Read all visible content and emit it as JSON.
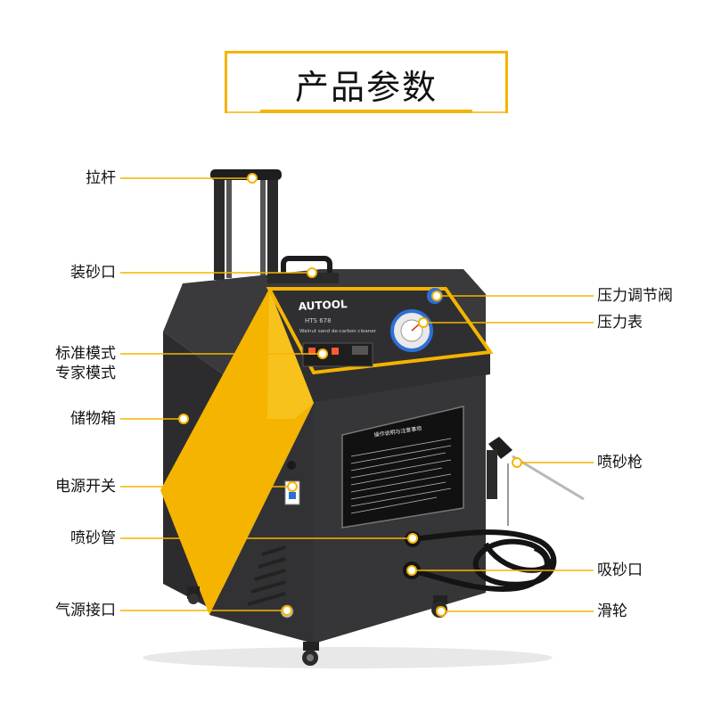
{
  "title": "产品参数",
  "brand": {
    "logo": "AUTOOL",
    "model": "HTS 678",
    "subtitle": "Walnut sand de-carbon cleaner",
    "notice_title": "操作说明与注意事项"
  },
  "colors": {
    "accent": "#f5b400",
    "body": "#2e2e30",
    "panel": "#3a3a3c",
    "leader": "#f5b400"
  },
  "callouts_left": [
    {
      "id": "pull-rod",
      "text": "拉杆"
    },
    {
      "id": "sand-inlet",
      "text": "装砂口"
    },
    {
      "id": "mode",
      "text": "标准模式\n专家模式"
    },
    {
      "id": "storage-box",
      "text": "储物箱"
    },
    {
      "id": "power-switch",
      "text": "电源开关"
    },
    {
      "id": "blast-hose",
      "text": "喷砂管"
    },
    {
      "id": "air-inlet",
      "text": "气源接口"
    }
  ],
  "callouts_right": [
    {
      "id": "pressure-valve",
      "text": "压力调节阀"
    },
    {
      "id": "pressure-gauge",
      "text": "压力表"
    },
    {
      "id": "blast-gun",
      "text": "喷砂枪"
    },
    {
      "id": "suction-port",
      "text": "吸砂口"
    },
    {
      "id": "wheel",
      "text": "滑轮"
    }
  ]
}
